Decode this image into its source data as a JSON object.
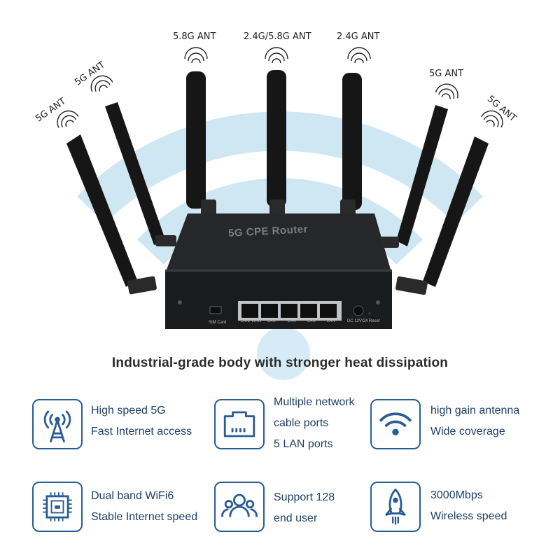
{
  "antennas": {
    "labels": [
      "5G ANT",
      "5G ANT",
      "5.8G ANT",
      "2.4G/5.8G ANT",
      "2.4G ANT",
      "5G ANT",
      "5G ANT"
    ]
  },
  "device": {
    "name_plate": "5G CPE Router",
    "sim_label": "SIM Card",
    "port_labels": [
      "LAN/ WAN",
      "LAN",
      "LAN",
      "LAN",
      "LAN"
    ],
    "power_label": "DC 12V/2A",
    "reset_label": "Reset"
  },
  "headline": "Industrial-grade body with stronger heat dissipation",
  "features": [
    {
      "icon": "antenna-tower-icon",
      "lines": [
        "High speed 5G",
        "Fast Internet access"
      ]
    },
    {
      "icon": "ethernet-port-icon",
      "lines": [
        "Multiple network",
        "cable ports",
        "5 LAN ports"
      ]
    },
    {
      "icon": "wifi-icon",
      "lines": [
        "high gain antenna",
        "Wide coverage"
      ]
    },
    {
      "icon": "chip-icon",
      "lines": [
        "Dual band WiFi6",
        "Stable Internet speed"
      ]
    },
    {
      "icon": "users-icon",
      "lines": [
        "Support 128",
        "end user"
      ]
    },
    {
      "icon": "rocket-icon",
      "lines": [
        "3000Mbps",
        "Wireless speed"
      ]
    }
  ],
  "colors": {
    "accent": "#2a5d93",
    "wave": "#c9e4f1",
    "router_body": "#1e1f21"
  }
}
